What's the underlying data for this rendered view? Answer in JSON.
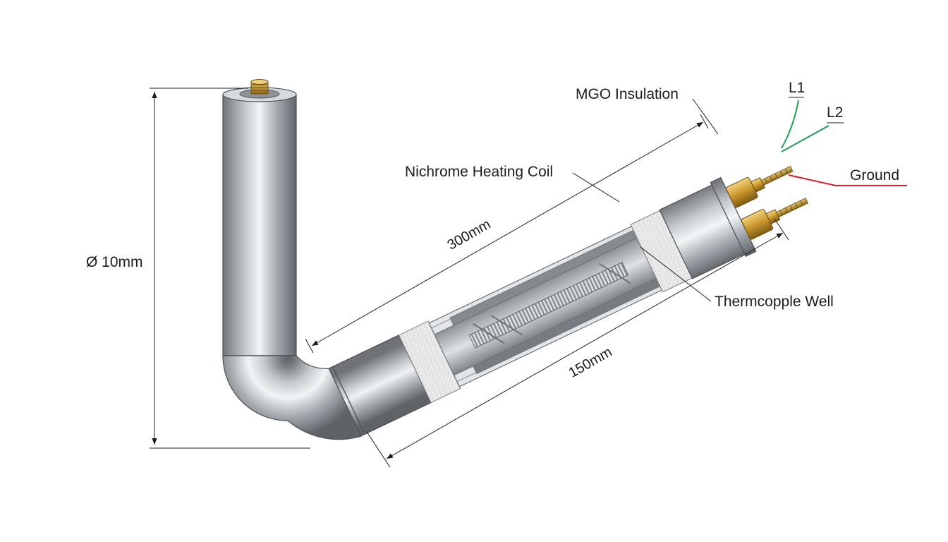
{
  "labels": {
    "diameter": "Ø 10mm",
    "length_total": "300mm",
    "length_heated": "150mm",
    "nichrome": "Nichrome Heating Coil",
    "mgo": "MGO Insulation",
    "thermocouple": "Thermcopple Well",
    "l1": "L1",
    "l2": "L2",
    "ground": "Ground"
  },
  "colors": {
    "steel_dark": "#6f7378",
    "steel_light": "#eef0f2",
    "brass": "#c9962e",
    "wire_green": "#1f9d55",
    "wire_red": "#d6202a",
    "insulation": "#e8e8e8"
  }
}
